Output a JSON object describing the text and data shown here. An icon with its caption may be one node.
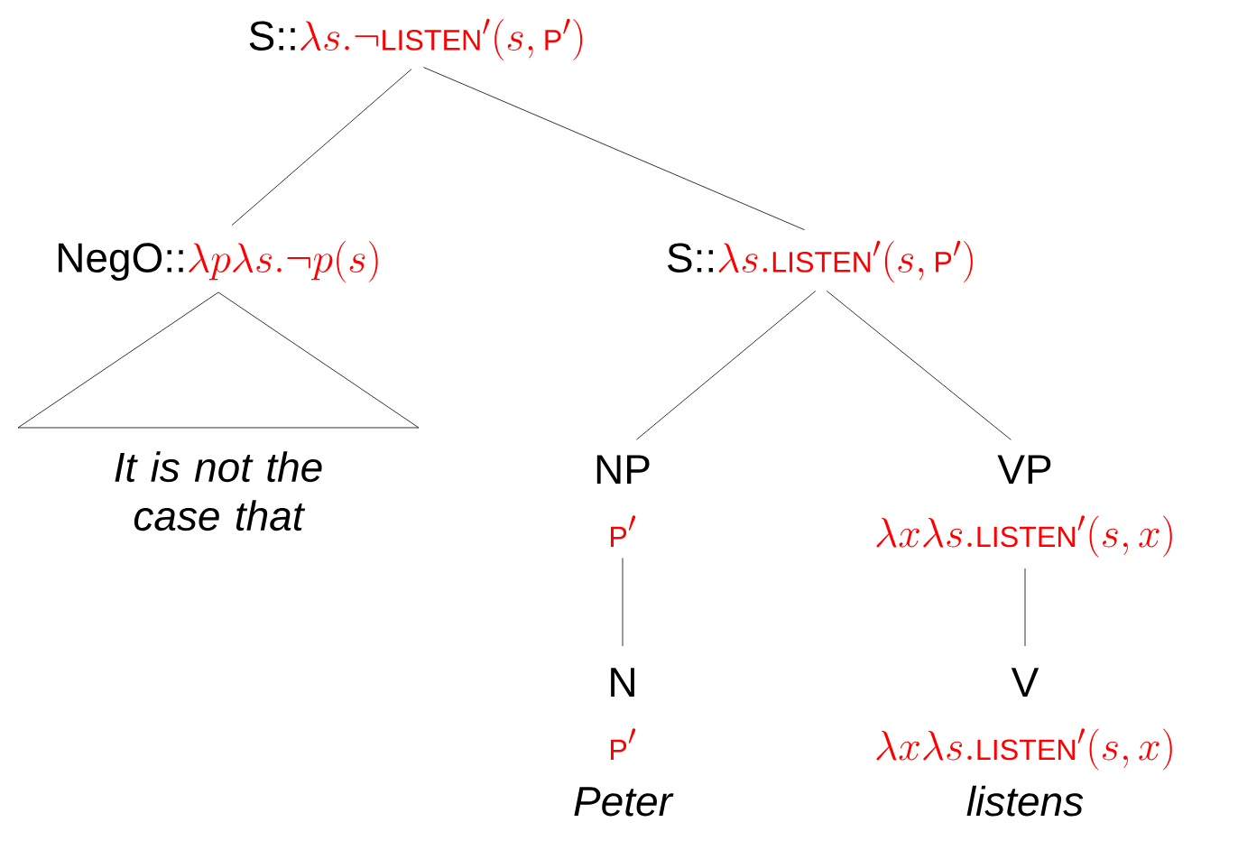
{
  "diagram": {
    "nodes": [
      {
        "text": [
          "S::",
          "\\lambda s.\\neg\\mathrm{\\scriptstyle LISTEN}'(s,\\mathrm{\\scriptstyle P}')"
        ]
      },
      {
        "text": [
          "NegO::",
          "\\lambda p\\lambda s.\\neg p(s)"
        ]
      },
      {
        "text": [
          "It is not the case that"
        ]
      },
      {
        "text": [
          "S::",
          "\\lambda s.\\mathrm{\\scriptstyle LISTEN}'(s,\\mathrm{\\scriptstyle P}')"
        ]
      },
      {
        "text": [
          "NP",
          "\\mathrm{\\scriptstyle P}'"
        ]
      },
      {
        "text": [
          "VP",
          "\\lambda x\\lambda s.\\mathrm{\\scriptstyle LISTEN}'(s,x)"
        ]
      },
      {
        "text": [
          "N",
          "\\mathrm{\\scriptstyle P}'",
          "Peter"
        ]
      },
      {
        "text": [
          "V",
          "\\lambda x\\lambda s.\\mathrm{\\scriptstyle LISTEN}'(s,x)",
          "listens"
        ]
      }
    ],
    "edges": [
      {
        "from": 0,
        "to": 1,
        "arrow": "none"
      },
      {
        "from": 0,
        "to": 3,
        "arrow": "none"
      },
      {
        "from": 3,
        "to": 4,
        "arrow": "none"
      },
      {
        "from": 3,
        "to": 5,
        "arrow": "none"
      },
      {
        "from": 4,
        "to": 6,
        "arrow": "none"
      },
      {
        "from": 5,
        "to": 7,
        "arrow": "none"
      }
    ]
  }
}
